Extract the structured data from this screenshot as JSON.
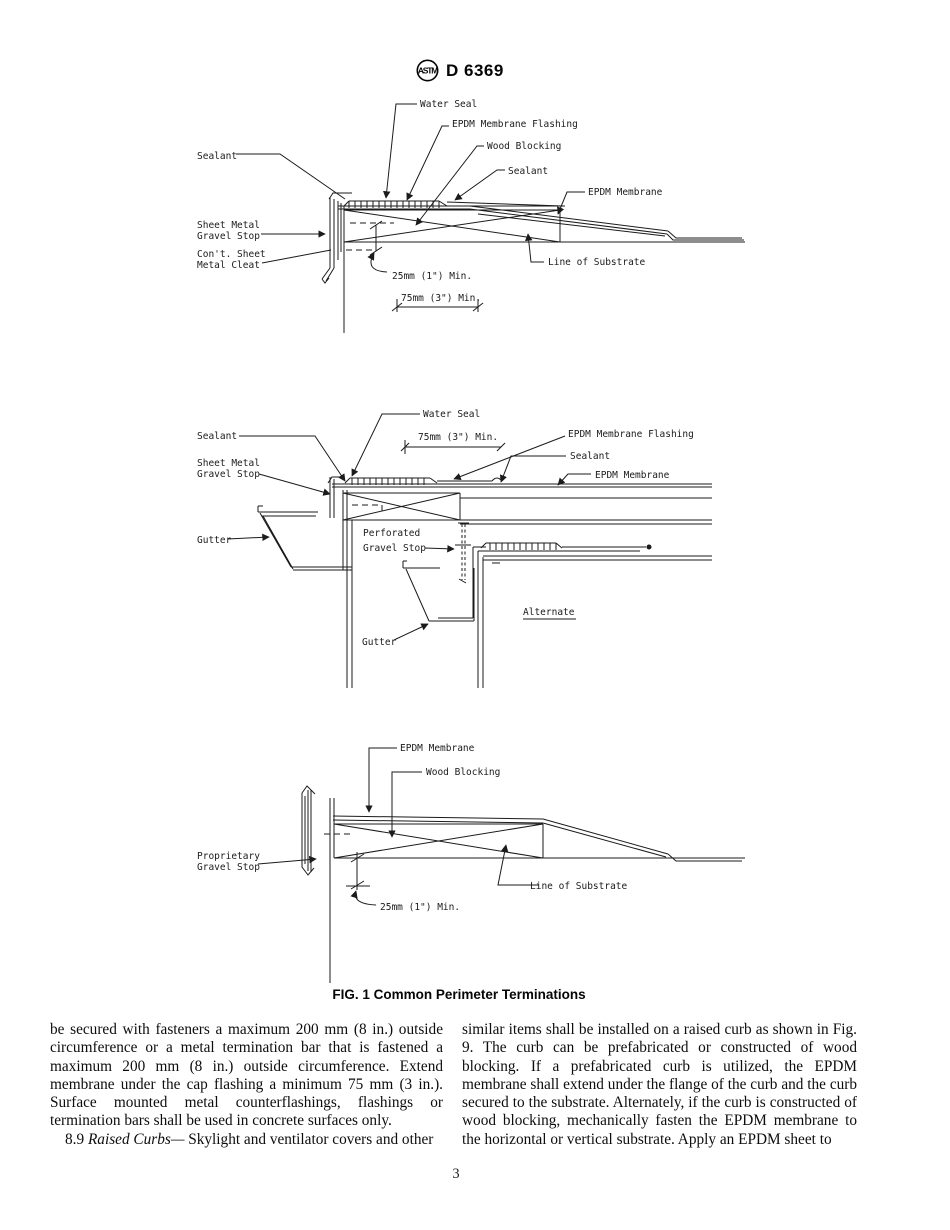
{
  "header": {
    "logo_text": "ASTM",
    "doc_number": "D 6369"
  },
  "figure": {
    "caption": "FIG. 1 Common Perimeter Terminations",
    "d1": {
      "water_seal": "Water Seal",
      "membrane_flashing": "EPDM Membrane Flashing",
      "wood_blocking": "Wood Blocking",
      "sealant_upper": "Sealant",
      "epdm_membrane": "EPDM Membrane",
      "sealant_left": "Sealant",
      "gravel_stop_l1": "Sheet Metal",
      "gravel_stop_l2": "Gravel Stop",
      "cleat_l1": "Con't. Sheet",
      "cleat_l2": "Metal Cleat",
      "dim_25": "25mm (1\") Min.",
      "dim_75": "75mm (3\") Min.",
      "substrate": "Line of Substrate"
    },
    "d2": {
      "water_seal": "Water Seal",
      "sealant_left": "Sealant",
      "dim_75": "75mm (3\") Min.",
      "membrane_flashing": "EPDM Membrane Flashing",
      "sealant_right": "Sealant",
      "epdm_membrane": "EPDM Membrane",
      "gravel_stop_l1": "Sheet Metal",
      "gravel_stop_l2": "Gravel Stop",
      "gutter_left": "Gutter",
      "perforated_l1": "Perforated",
      "perforated_l2": "Gravel Stop",
      "alternate": "Alternate",
      "gutter_lower": "Gutter"
    },
    "d3": {
      "epdm_membrane": "EPDM Membrane",
      "wood_blocking": "Wood Blocking",
      "proprietary_l1": "Proprietary",
      "proprietary_l2": "Gravel Stop",
      "dim_25": "25mm (1\") Min.",
      "substrate": "Line of Substrate"
    }
  },
  "body": {
    "left_para1": "be secured with fasteners a maximum 200 mm (8 in.) outside circumference or a metal termination bar that is fastened a maximum 200 mm (8 in.) outside circumference. Extend membrane under the cap flashing a minimum 75 mm (3 in.). Surface mounted metal counterflashings, flashings or termination bars shall be used in concrete surfaces only.",
    "section_number": "8.9",
    "section_title": "Raised Curbs—",
    "section_text": "Skylight and ventilator covers and other",
    "right_para": "similar items shall be installed on a raised curb as shown in Fig. 9. The curb can be prefabricated or constructed of wood blocking. If a prefabricated curb is utilized, the EPDM membrane shall extend under the flange of the curb and the curb secured to the substrate. Alternately, if the curb is constructed of wood blocking, mechanically fasten the EPDM membrane to the horizontal or vertical substrate. Apply an EPDM sheet to"
  },
  "page_number": "3"
}
